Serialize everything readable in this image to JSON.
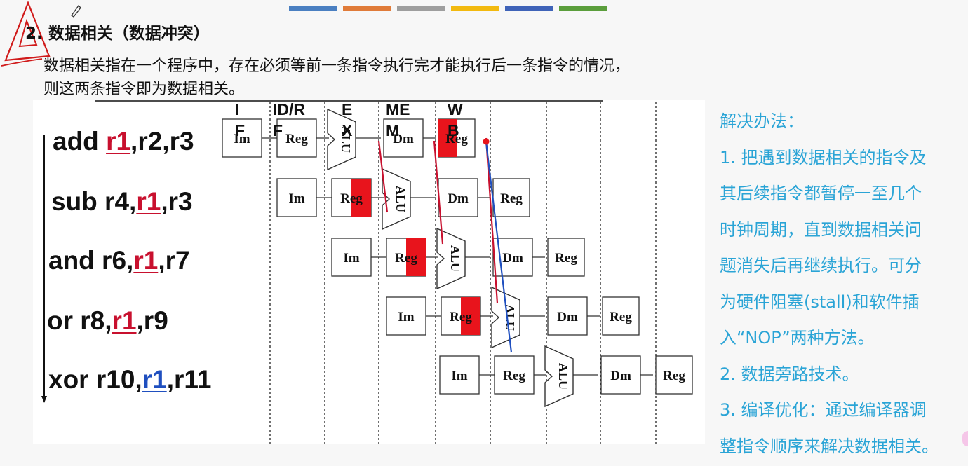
{
  "slide": {
    "heading": "2. 数据相关（数据冲突）",
    "intro_lines": [
      "数据相关指在一个程序中，存在必须等前一条指令执行完才能执行后一条指令的情况，",
      "则这两条指令即为数据相关。"
    ],
    "top_bar_colors": [
      "#4a7fc1",
      "#e07b39",
      "#9e9e9e",
      "#f2b90f",
      "#3f63b8",
      "#5b9e3c"
    ]
  },
  "diagram": {
    "stage_headers": [
      "I",
      "ID/R",
      "E",
      "ME",
      "W"
    ],
    "stage_header_subs": [
      "F",
      "F",
      "X",
      "M",
      "B"
    ],
    "instructions": [
      {
        "op": "add ",
        "pre": "",
        "reg": "r1",
        "post": ",r2,r3",
        "reg_color": "#c8102e"
      },
      {
        "op": "sub r4,",
        "pre": "",
        "reg": "r1",
        "post": ",r3",
        "reg_color": "#c8102e"
      },
      {
        "op": "and r6,",
        "pre": "",
        "reg": "r1",
        "post": ",r7",
        "reg_color": "#c8102e"
      },
      {
        "op": "or   r8,",
        "pre": "",
        "reg": "r1",
        "post": ",r9",
        "reg_color": "#c8102e"
      },
      {
        "op": "xor r10,",
        "pre": "",
        "reg": "r1",
        "post": ",r11",
        "reg_color": "#1f4fbf"
      }
    ],
    "box_labels": {
      "im": "Im",
      "reg": "Reg",
      "alu": "ALU",
      "dm": "Dm"
    },
    "highlight_color": "#e8141c",
    "forward_line_red": "#c8102e",
    "forward_line_blue": "#1f4fbf"
  },
  "solutions": {
    "lines": [
      "解决办法：",
      "1. 把遇到数据相关的指令及",
      "其后续指令都暂停一至几个",
      "时钟周期，直到数据相关问",
      "题消失后再继续执行。可分",
      "为硬件阻塞(stall)和软件插",
      "入“NOP”两种方法。",
      "2. 数据旁路技术。",
      "3. 编译优化：通过编译器调",
      "整指令顺序来解决数据相关。"
    ],
    "color": "#2aa4d6"
  }
}
